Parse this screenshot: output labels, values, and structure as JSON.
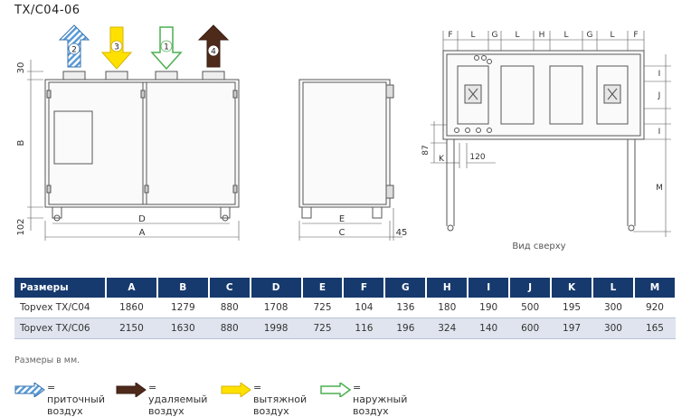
{
  "header": {
    "title": "TX/C04-06"
  },
  "arrows": [
    {
      "number": "2",
      "kind": "supply",
      "color": "#5b9bd5"
    },
    {
      "number": "3",
      "kind": "extract",
      "color": "#ffe100"
    },
    {
      "number": "1",
      "kind": "outdoor",
      "color": "#4caf50"
    },
    {
      "number": "4",
      "kind": "exhaust",
      "color": "#4e2a1a"
    }
  ],
  "front_view": {
    "dim_30": "30",
    "dim_b": "B",
    "dim_102": "102",
    "dim_d": "D",
    "dim_a": "A"
  },
  "side_view": {
    "dim_e": "E",
    "dim_c": "C",
    "dim_45": "45"
  },
  "top_view": {
    "dim_f1": "F",
    "dim_l1": "L",
    "dim_g1": "G",
    "dim_l2": "L",
    "dim_h": "H",
    "dim_l3": "L",
    "dim_g2": "G",
    "dim_l4": "L",
    "dim_f2": "F",
    "dim_i1": "I",
    "dim_j": "J",
    "dim_i2": "I",
    "dim_m": "M",
    "dim_87": "87",
    "dim_k": "K",
    "dim_120": "120",
    "caption": "Вид сверху"
  },
  "table": {
    "headers": [
      "Размеры",
      "A",
      "B",
      "C",
      "D",
      "E",
      "F",
      "G",
      "H",
      "I",
      "J",
      "K",
      "L",
      "M"
    ],
    "rows": [
      [
        "Topvex TX/C04",
        "1860",
        "1279",
        "880",
        "1708",
        "725",
        "104",
        "136",
        "180",
        "190",
        "500",
        "195",
        "300",
        "920"
      ],
      [
        "Topvex TX/C06",
        "2150",
        "1630",
        "880",
        "1998",
        "725",
        "116",
        "196",
        "324",
        "140",
        "600",
        "197",
        "300",
        "165"
      ]
    ]
  },
  "units_note": "Размеры в мм.",
  "legend": [
    {
      "text": "= приточный\nвоздух",
      "color": "#5b9bd5"
    },
    {
      "text": "= удаляемый\nвоздух",
      "color": "#4e2a1a"
    },
    {
      "text": "= вытяжной\nвоздух",
      "color": "#ffe100"
    },
    {
      "text": "= наружный\nвоздух",
      "color": "#4caf50"
    }
  ]
}
